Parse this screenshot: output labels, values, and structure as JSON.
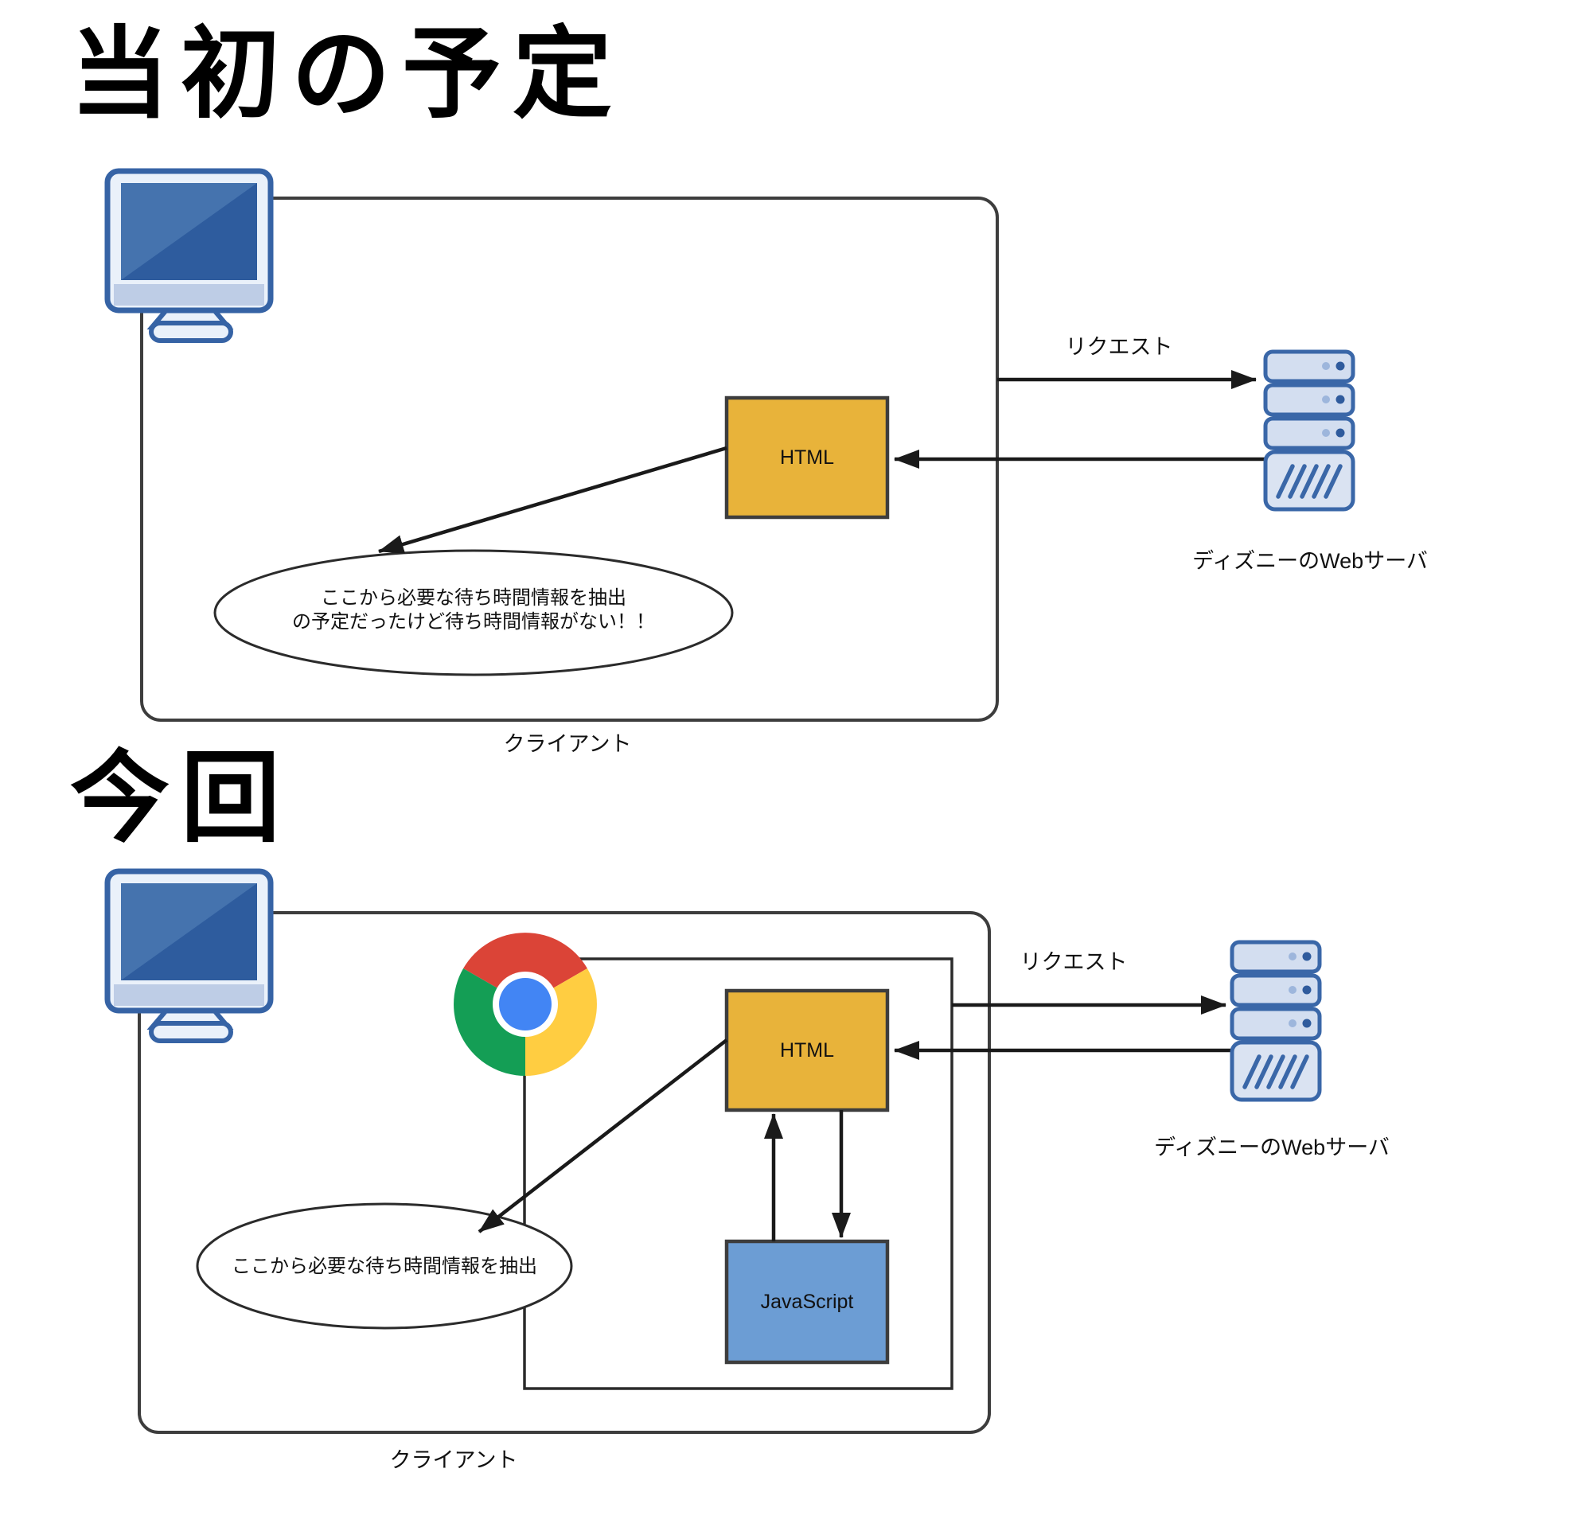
{
  "sections": [
    {
      "title": "当初の予定",
      "client_label": "クライアント",
      "request_label": "リクエスト",
      "server_label": "ディズニーのWebサーバ",
      "html_box_label": "HTML",
      "note_line1": "ここから必要な待ち時間情報を抽出",
      "note_line2": "の予定だったけど待ち時間情報がない！！"
    },
    {
      "title": "今回",
      "client_label": "クライアント",
      "request_label": "リクエスト",
      "server_label": "ディズニーのWebサーバ",
      "html_box_label": "HTML",
      "js_box_label": "JavaScript",
      "note_line1": "ここから必要な待ち時間情報を抽出"
    }
  ],
  "icons": {
    "client_machine": "monitor-icon",
    "web_server": "server-icon",
    "browser": "chrome-icon"
  },
  "colors": {
    "html_box": "#E8B33A",
    "js_box": "#6C9DD4",
    "box_border": "#3D3D3D",
    "line": "#1A1A1A",
    "server_fill": "#D3DEF0",
    "server_base_fill": "#DAE3F2",
    "server_border": "#3A67A8",
    "server_dot_light": "#9DB6DC",
    "server_dot_dark": "#2F5B9D",
    "monitor_border": "#3663A5",
    "monitor_body_fill": "#EAF1FA",
    "monitor_screen": "#2E5C9E",
    "monitor_glare": "#4573AE",
    "monitor_strip": "#BECDE6",
    "chrome_red": "#DB4437",
    "chrome_green": "#149E55",
    "chrome_yellow": "#FFCD41",
    "chrome_blue": "#4285F4"
  }
}
